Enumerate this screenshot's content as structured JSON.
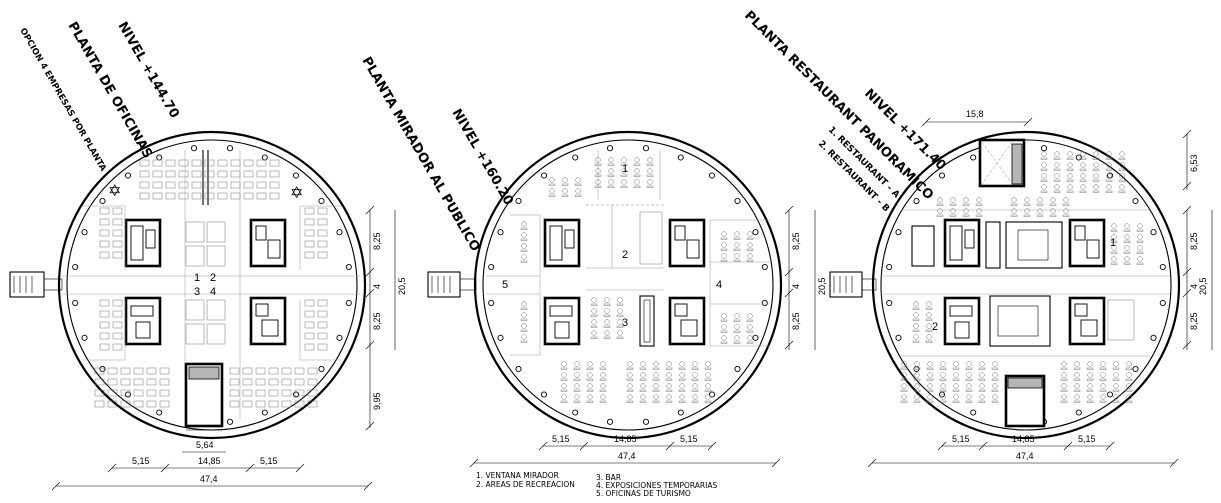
{
  "plan1": {
    "title_option": "OPCION 4 EMPRESAS POR PLANTA",
    "title_floor": "PLANTA DE OFICINAS",
    "title_level": "NIVEL +144.70",
    "room_numbers": [
      "1",
      "2",
      "3",
      "4"
    ],
    "dims": {
      "right_a": "8,25",
      "right_b": "4",
      "right_c": "8,25",
      "right_total": "20,5",
      "right_lower": "9,95",
      "core_width": "5,64",
      "bottom_left": "5,15",
      "bottom_mid": "14,85",
      "bottom_right": "5,15",
      "overall": "47,4"
    }
  },
  "plan2": {
    "title_floor": "PLANTA MIRADOR AL PUBLICO",
    "title_level": "NIVEL +160.20",
    "room_numbers": [
      "1",
      "2",
      "3",
      "4",
      "5"
    ],
    "dims": {
      "right_a": "8,25",
      "right_b": "4",
      "right_c": "8,25",
      "right_total": "20,5",
      "bottom_left": "5,15",
      "bottom_mid": "14,85",
      "bottom_right": "5,15",
      "overall": "47,4"
    },
    "legend": [
      "1. VENTANA MIRADOR",
      "2. AREAS DE RECREACION",
      "3. BAR",
      "4. EXPOSICIONES TEMPORARIAS",
      "5. OFICINAS DE TURISMO"
    ]
  },
  "plan3": {
    "title_floor": "PLANTA RESTAURANT PANORAMICO",
    "title_level": "NIVEL +171.40",
    "legend_a": "1. RESTAURANT - A",
    "legend_b": "2. RESTAURANT - B",
    "room_numbers": [
      "1",
      "2"
    ],
    "dims": {
      "top": "15,8",
      "right_top": "6,53",
      "right_a": "8,25",
      "right_b": "4",
      "right_c": "8,25",
      "right_total": "20,5",
      "bottom_left": "5,15",
      "bottom_mid": "14,85",
      "bottom_right": "5,15",
      "overall": "47,4"
    }
  }
}
